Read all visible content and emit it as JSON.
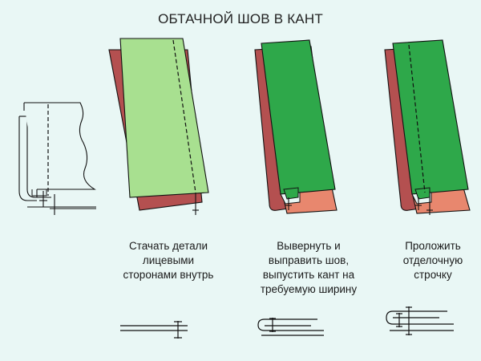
{
  "title": "ОБТАЧНОЙ ШОВ В КАНТ",
  "steps": [
    {
      "lines": [
        "Стачать детали",
        "лицевыми",
        "сторонами внутрь"
      ]
    },
    {
      "lines": [
        "Вывернуть и",
        "выправить шов,",
        "выпустить кант на",
        "требуемую ширину"
      ]
    },
    {
      "lines": [
        "Проложить",
        "отделочную",
        "строчку"
      ]
    }
  ],
  "colors": {
    "background": "#e9f7f5",
    "outer_fabric": "#b45050",
    "facing_light": "#a8e090",
    "facing_dark": "#2ea84a",
    "lining_salmon": "#e8876e",
    "outline": "#111111"
  },
  "icons": [
    "seam-sketch",
    "sewn-pieces",
    "turned-piping",
    "topstitched-piping",
    "seam-cross-section"
  ]
}
